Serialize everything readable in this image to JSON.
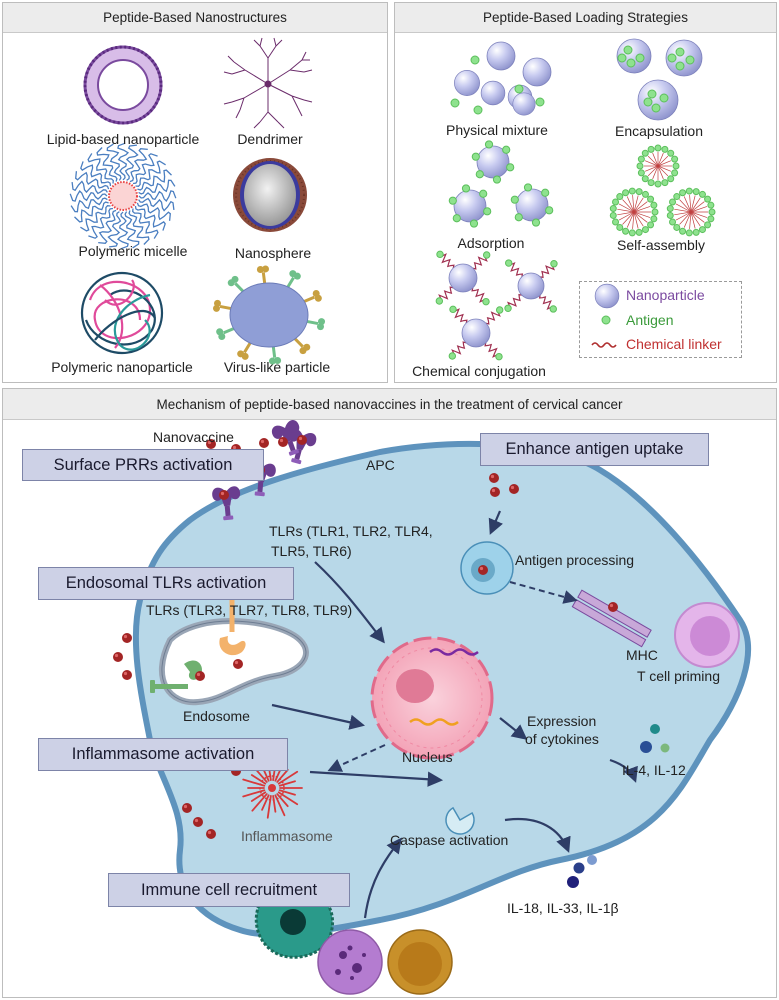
{
  "panels": {
    "nanostructures": {
      "title": "Peptide-Based Nanostructures",
      "items": [
        "Lipid-based nanoparticle",
        "Dendrimer",
        "Polymeric micelle",
        "Nanosphere",
        "Polymeric nanoparticle",
        "Virus-like particle"
      ]
    },
    "loading": {
      "title": "Peptide-Based Loading Strategies",
      "items": [
        "Physical mixture",
        "Encapsulation",
        "Adsorption",
        "Self-assembly",
        "Chemical conjugation"
      ],
      "legend": {
        "nanoparticle": "Nanoparticle",
        "antigen": "Antigen",
        "linker": "Chemical linker"
      }
    },
    "mechanism": {
      "title": "Mechanism of peptide-based nanovaccines in the treatment of cervical cancer",
      "boxes": {
        "surface_prr": "Surface PRRs activation",
        "endosomal_tlr": "Endosomal TLRs activation",
        "inflammasome_act": "Inflammasome activation",
        "recruitment": "Immune cell recruitment",
        "antigen_uptake": "Enhance antigen uptake"
      },
      "labels": {
        "nanovaccine": "Nanovaccine",
        "apc": "APC",
        "tlrs_surface_1": "TLRs (TLR1, TLR2, TLR4,",
        "tlrs_surface_2": "TLR5, TLR6)",
        "tlrs_endosomal": "TLRs (TLR3, TLR7, TLR8, TLR9)",
        "endosome": "Endosome",
        "nucleus": "Nucleus",
        "expression_1": "Expression",
        "expression_2": "of cytokines",
        "il4": "IL-4, IL-12",
        "antigen_processing": "Antigen processing",
        "mhc": "MHC",
        "t_cell": "T cell priming",
        "inflammasome": "Inflammasome",
        "caspase": "Caspase activation",
        "il18": "IL-18, IL-33, IL-1β"
      }
    }
  },
  "colors": {
    "cell": "#b8d8e8",
    "cell_border": "#5e93bd",
    "box_fill": "#cdd1e6",
    "receptor": "#6a3d8f",
    "antigen_red": "#a32525",
    "antigen_green": "#7ed67e",
    "nanoparticle": "#b9bde6",
    "nucleus": "#f5b6c4",
    "legend_nanoparticle_text": "#7b4aa0",
    "legend_antigen_text": "#3a9a3a",
    "legend_linker_text": "#c03030"
  }
}
